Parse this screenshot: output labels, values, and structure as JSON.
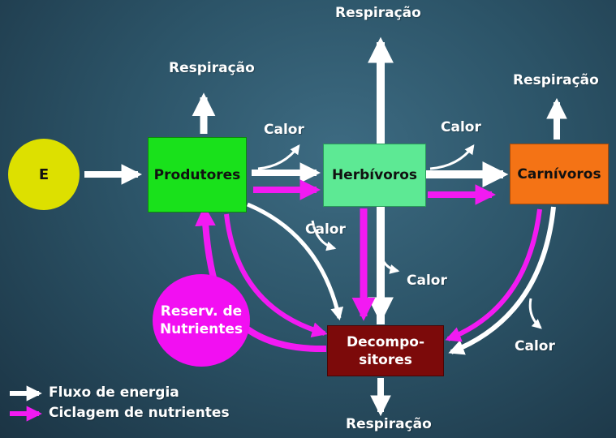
{
  "nodes": {
    "energy": "E",
    "producers": "Produtores",
    "herbivores": "Herbívoros",
    "carnivores": "Carnívoros",
    "decomposers_line1": "Decompo-",
    "decomposers_line2": "sitores",
    "reserve_line1": "Reserv. de",
    "reserve_line2": "Nutrientes"
  },
  "labels": {
    "respiration": "Respiração",
    "heat": "Calor"
  },
  "legend": {
    "energy_flow": "Fluxo de energia",
    "nutrient_cycling": "Ciclagem de nutrientes"
  },
  "colors": {
    "energy_node": "#dde000",
    "producers": "#19e11b",
    "herbivores": "#5de994",
    "carnivores": "#f47315",
    "decomposers": "#7c0a0a",
    "reserve": "#f20ff2",
    "energy_arrow": "#ffffff",
    "nutrient_arrow": "#f21af2"
  }
}
